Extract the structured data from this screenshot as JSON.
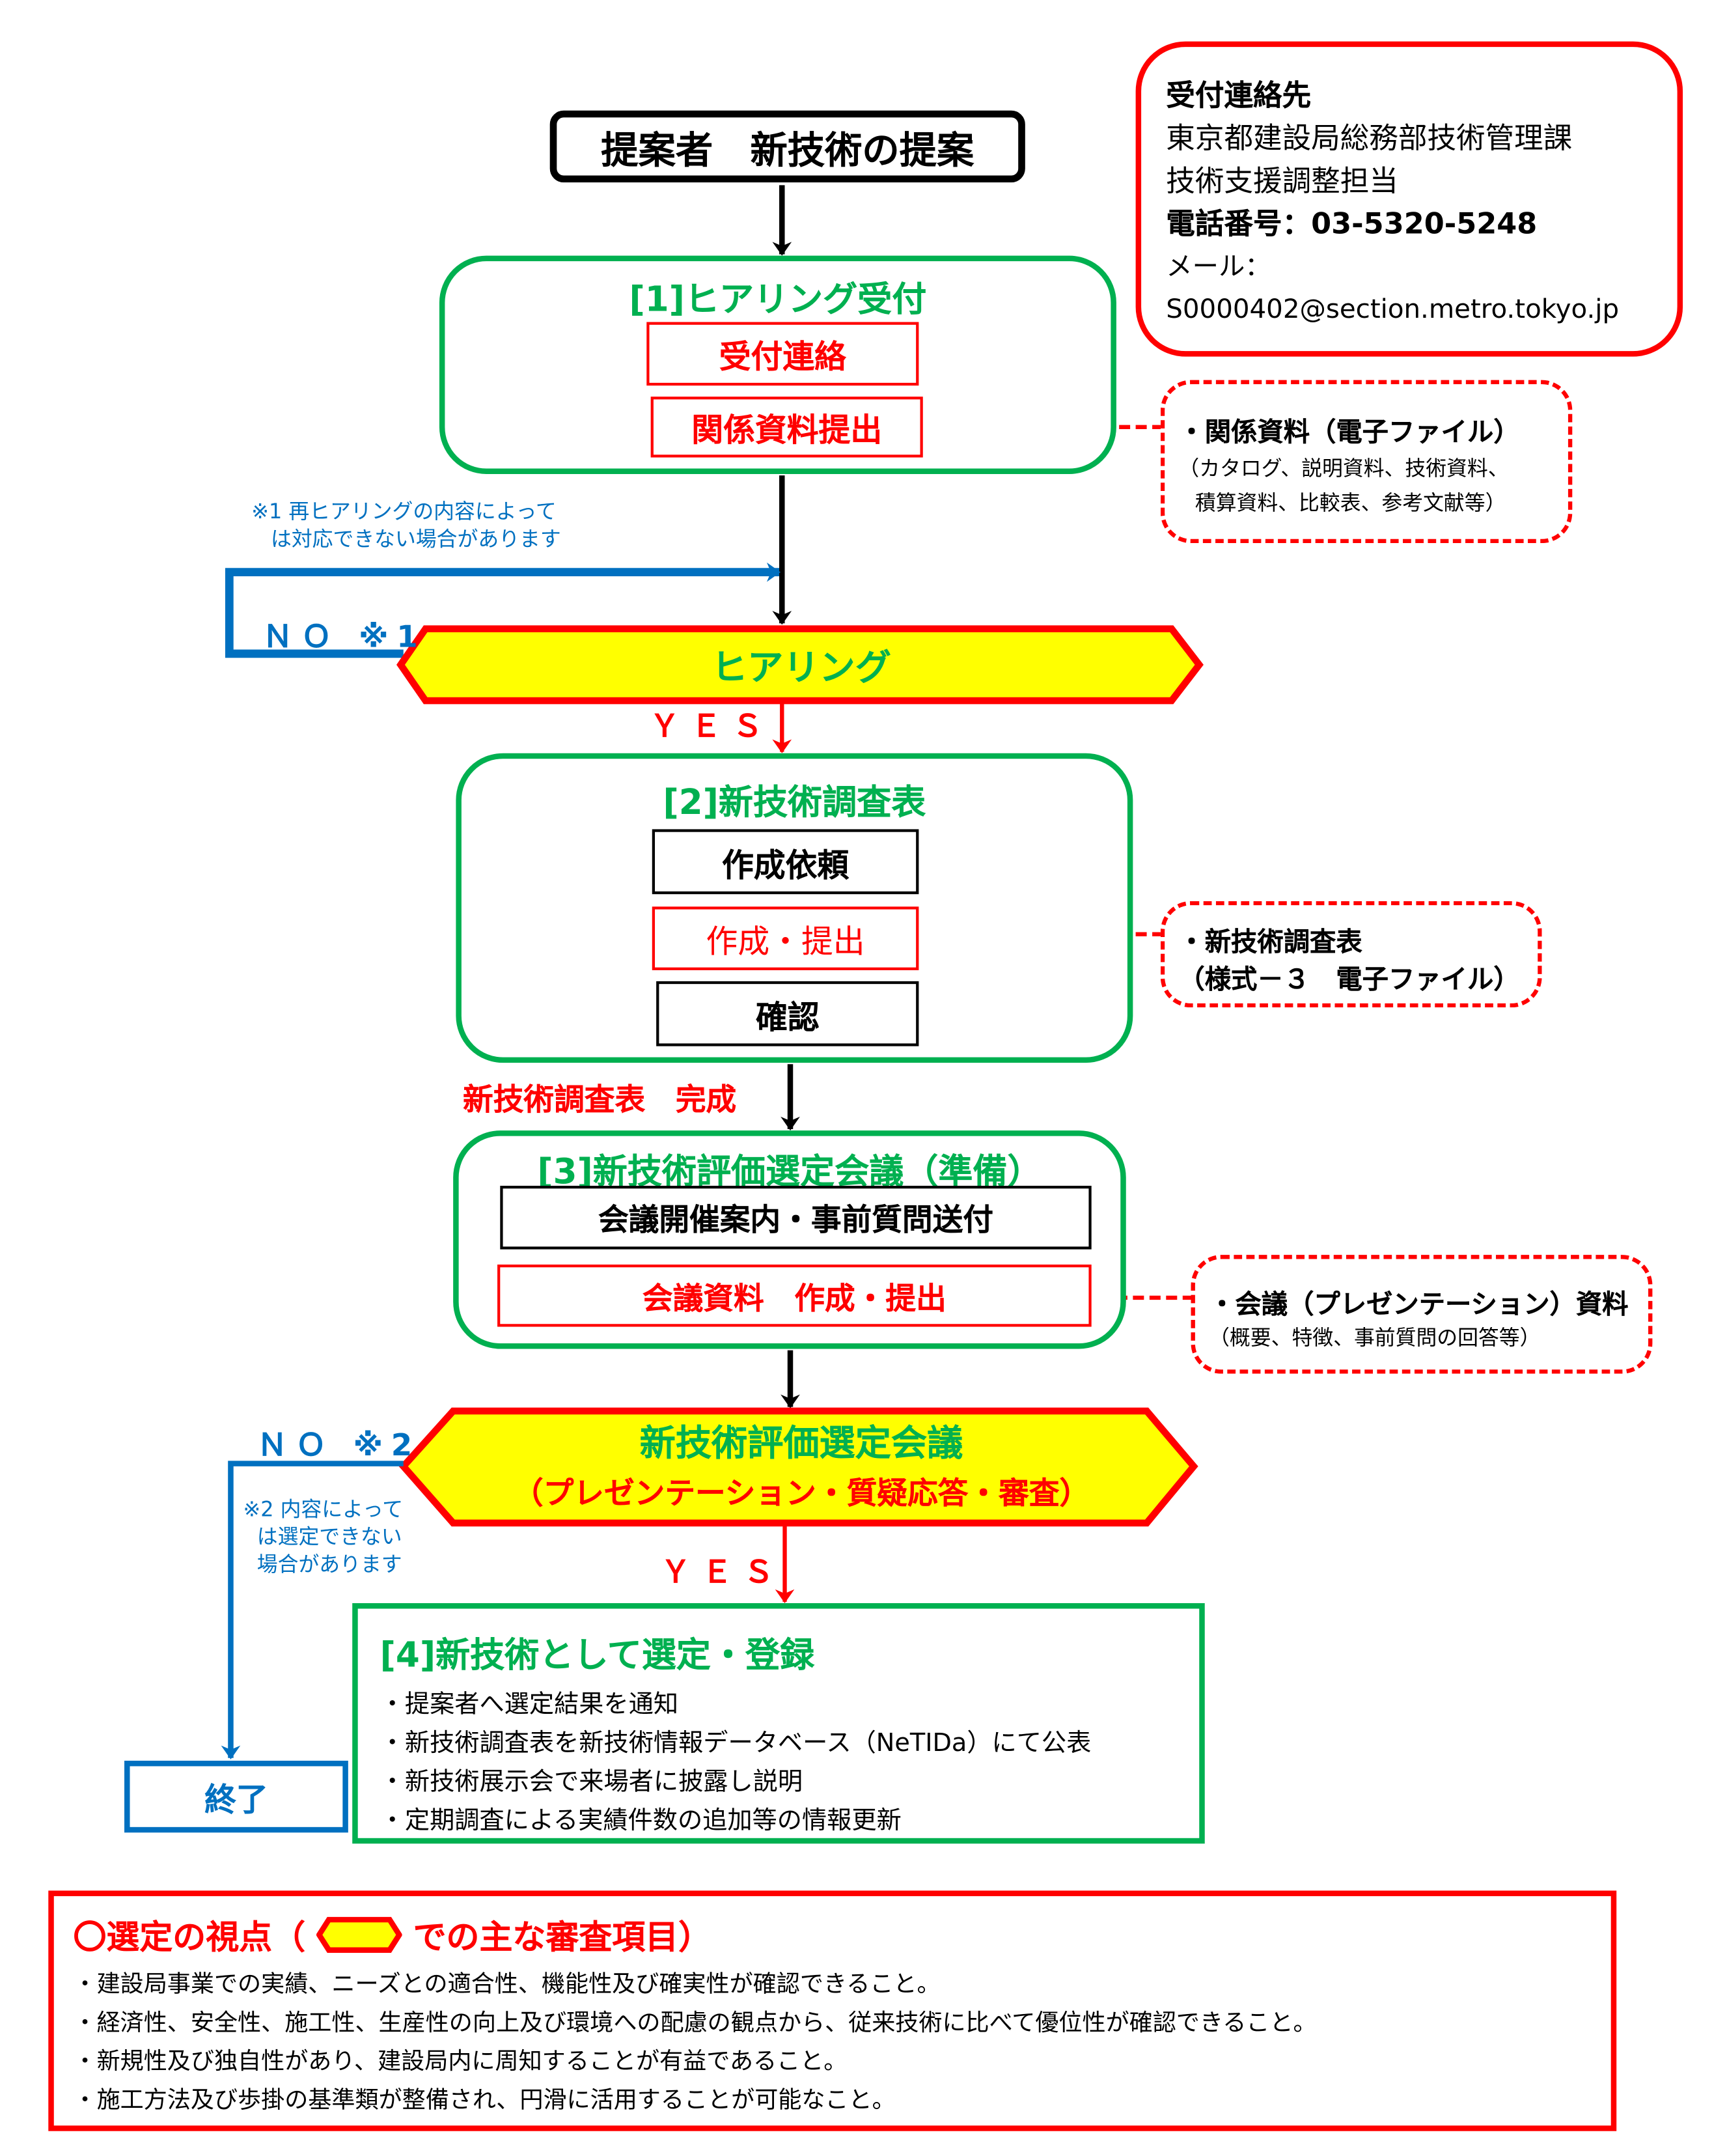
{
  "colors": {
    "green": "#00b050",
    "red": "#ff0000",
    "blue": "#0070c0",
    "yellow": "#ffff00",
    "black": "#000000"
  },
  "proposal": {
    "label": "提案者　新技術の提案"
  },
  "contact": {
    "heading": "受付連絡先",
    "department": "東京都建設局総務部技術管理課",
    "section": "技術支援調整担当",
    "phone_label": "電話番号：",
    "phone": "03-5320-5248",
    "email_label": "メール：",
    "email": "S0000402@section.metro.tokyo.jp"
  },
  "step1": {
    "title": "[1]ヒアリング受付",
    "items": [
      "受付連絡",
      "関係資料提出"
    ],
    "attachment": {
      "heading": "・関係資料（電子ファイル）",
      "lines": [
        "（カタログ、説明資料、技術資料、",
        "積算資料、比較表、参考文献等）"
      ]
    }
  },
  "note1": {
    "lines": [
      "※1 再ヒアリングの内容によって",
      "は対応できない場合があります"
    ]
  },
  "decision1": {
    "label": "ヒアリング",
    "no_label": "ＮＯ ※1",
    "yes_label": "ＹＥＳ"
  },
  "step2": {
    "title": "[2]新技術調査表",
    "items": [
      "作成依頼",
      "作成・提出",
      "確認"
    ],
    "attachment": {
      "heading": "・新技術調査表",
      "lines": [
        "（様式－３　電子ファイル）"
      ]
    },
    "complete_label": "新技術調査表　完成"
  },
  "step3": {
    "title": "[3]新技術評価選定会議（準備）",
    "items": [
      "会議開催案内・事前質問送付",
      "会議資料　作成・提出"
    ],
    "attachment": {
      "heading": "・会議（プレゼンテーション）資料",
      "lines": [
        "（概要、特徴、事前質問の回答等）"
      ]
    }
  },
  "decision2": {
    "label": "新技術評価選定会議",
    "sublabel": "（プレゼンテーション・質疑応答・審査）",
    "no_label": "ＮＯ ※2",
    "yes_label": "ＹＥＳ"
  },
  "note2": {
    "lines": [
      "※2 内容によって",
      "は選定できない",
      "場合があります"
    ]
  },
  "step4": {
    "title": "[4]新技術として選定・登録",
    "items": [
      "・提案者へ選定結果を通知",
      "・新技術調査表を新技術情報データベース（NeTIDa）にて公表",
      "・新技術展示会で来場者に披露し説明",
      "・定期調査による実績件数の追加等の情報更新"
    ]
  },
  "end": {
    "label": "終了"
  },
  "criteria": {
    "title_prefix": "〇選定の視点（",
    "title_suffix": "での主な審査項目）",
    "items": [
      "・建設局事業での実績、ニーズとの適合性、機能性及び確実性が確認できること。",
      "・経済性、安全性、施工性、生産性の向上及び環境への配慮の観点から、従来技術に比べて優位性が確認できること。",
      "・新規性及び独自性があり、建設局内に周知することが有益であること。",
      "・施工方法及び歩掛の基準類が整備され、円滑に活用することが可能なこと。"
    ]
  }
}
